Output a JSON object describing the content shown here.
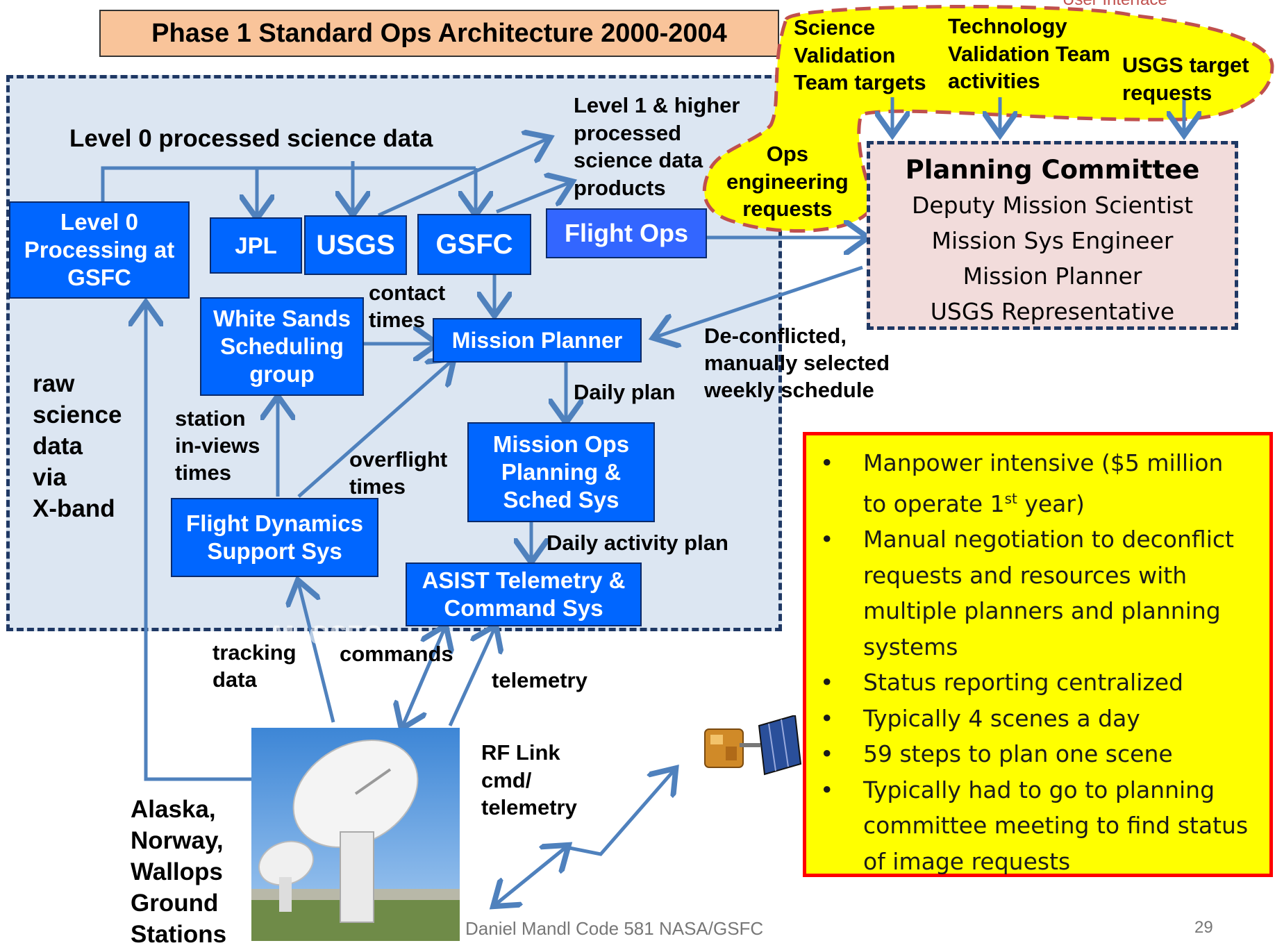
{
  "title": "Phase 1 Standard Ops Architecture 2000-2004",
  "corner_label": "User Interface",
  "footer": {
    "author": "Daniel Mandl Code 581 NASA/GSFC",
    "page": "29"
  },
  "labels": {
    "level0_data": "Level 0 processed science data",
    "level1_products": "Level 1 & higher\nprocessed\nscience data\nproducts",
    "contact_times": "contact\ntimes",
    "raw_science": "raw\nscience\ndata\nvia\nX-band",
    "station_inviews": "station\nin-views\ntimes",
    "overflight": "overflight\ntimes",
    "daily_plan": "Daily plan",
    "daily_activity_plan": "Daily activity plan",
    "deconflicted": "De-conflicted,\nmanually selected\nweekly schedule",
    "tracking": "tracking\ndata",
    "commands": "commands",
    "telemetry": "telemetry",
    "rf_link": "RF Link\ncmd/\ntelemetry",
    "ground_stations": "Alaska,\nNorway,\nWallops\nGround\nStations",
    "hidden_gsfc": "M. GSFC"
  },
  "boxes": {
    "level0": "Level 0\nProcessing at\nGSFC",
    "jpl": "JPL",
    "usgs": "USGS",
    "gsfc": "GSFC",
    "flight_ops": "Flight Ops",
    "white_sands": "White Sands\nScheduling\ngroup",
    "mission_planner": "Mission Planner",
    "mission_ops": "Mission Ops\nPlanning &\nSched Sys",
    "flight_dynamics": "Flight Dynamics\nSupport Sys",
    "asist": "ASIST Telemetry &\nCommand Sys"
  },
  "user_inputs": {
    "science_team": "Science\nValidation\nTeam targets",
    "technology_team": "Technology\nValidation Team\nactivities",
    "usgs_requests": "USGS target\nrequests",
    "ops_engineering": "Ops\nengineering\nrequests"
  },
  "planning_committee": {
    "title": "Planning Committee",
    "members": [
      "Deputy Mission Scientist",
      "Mission Sys Engineer",
      "Mission Planner",
      "USGS Representative"
    ]
  },
  "bullets": [
    {
      "before": "Manpower intensive ($5 million\nto operate 1",
      "sup": "st",
      "after": " year)"
    },
    {
      "before": "Manual negotiation to deconflict\nrequests and resources with\nmultiple planners and planning\nsystems",
      "sup": "",
      "after": ""
    },
    {
      "before": "Status reporting centralized",
      "sup": "",
      "after": ""
    },
    {
      "before": "Typically 4 scenes a day",
      "sup": "",
      "after": ""
    },
    {
      "before": "59 steps to plan one scene",
      "sup": "",
      "after": ""
    },
    {
      "before": "Typically had to go to planning\ncommittee meeting to find status\nof image requests",
      "sup": "",
      "after": ""
    }
  ],
  "colors": {
    "box_blue": "#0066ff",
    "arrow_blue": "#4f81bd",
    "dashed_border": "#1f3864",
    "region_fill": "#dce6f2",
    "title_fill": "#f9c49a",
    "yellow": "#ffff00",
    "committee_fill": "#f2dcdb",
    "alert_red": "#ff0000"
  },
  "icons": {
    "satellite": "satellite-icon",
    "antenna": "antenna-photo"
  }
}
